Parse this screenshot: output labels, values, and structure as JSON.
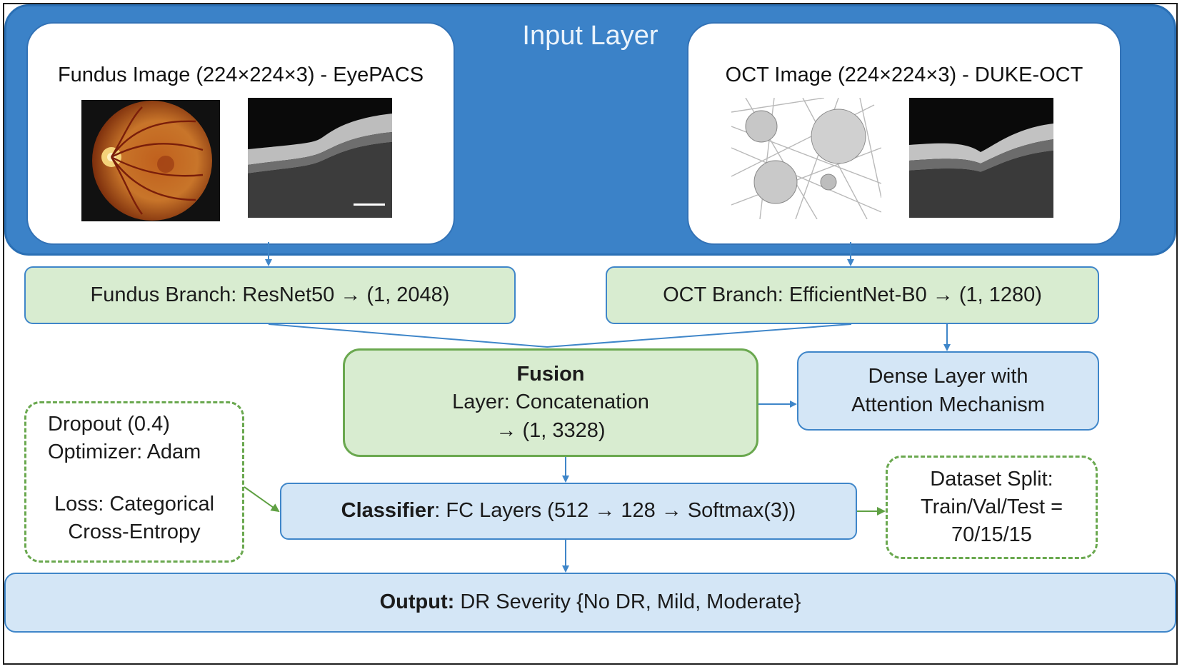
{
  "input_layer": {
    "title": "Input Layer",
    "fundus_card_title": "Fundus Image (224×224×3) - EyePACS",
    "oct_card_title": "OCT Image (224×224×3) - DUKE-OCT"
  },
  "fundus_branch": "Fundus Branch: ResNet50 → (1, 2048)",
  "oct_branch": "OCT Branch: EfficientNet-B0 → (1, 1280)",
  "fusion": {
    "title": "Fusion",
    "line1": "Layer: Concatenation",
    "line2": "→ (1, 3328)"
  },
  "dense": {
    "line1": "Dense Layer with",
    "line2": "Attention Mechanism"
  },
  "hyperparams": {
    "dropout": "Dropout (0.4)",
    "optimizer": "Optimizer: Adam",
    "loss1": "Loss: Categorical",
    "loss2": "Cross-Entropy"
  },
  "classifier": {
    "bold": "Classifier",
    "rest": ": FC Layers (512 → 128 → Softmax(3))"
  },
  "dataset": {
    "line1": "Dataset Split:",
    "line2": "Train/Val/Test =",
    "line3": "70/15/15"
  },
  "output": {
    "bold": "Output:",
    "rest": " DR Severity {No DR, Mild, Moderate}"
  },
  "colors": {
    "input_panel": "#3b82c8",
    "green_box": "#d8ecd0",
    "blue_box": "#d4e6f6",
    "arrow": "#3f86c9",
    "dashed_border": "#6aa84f"
  }
}
